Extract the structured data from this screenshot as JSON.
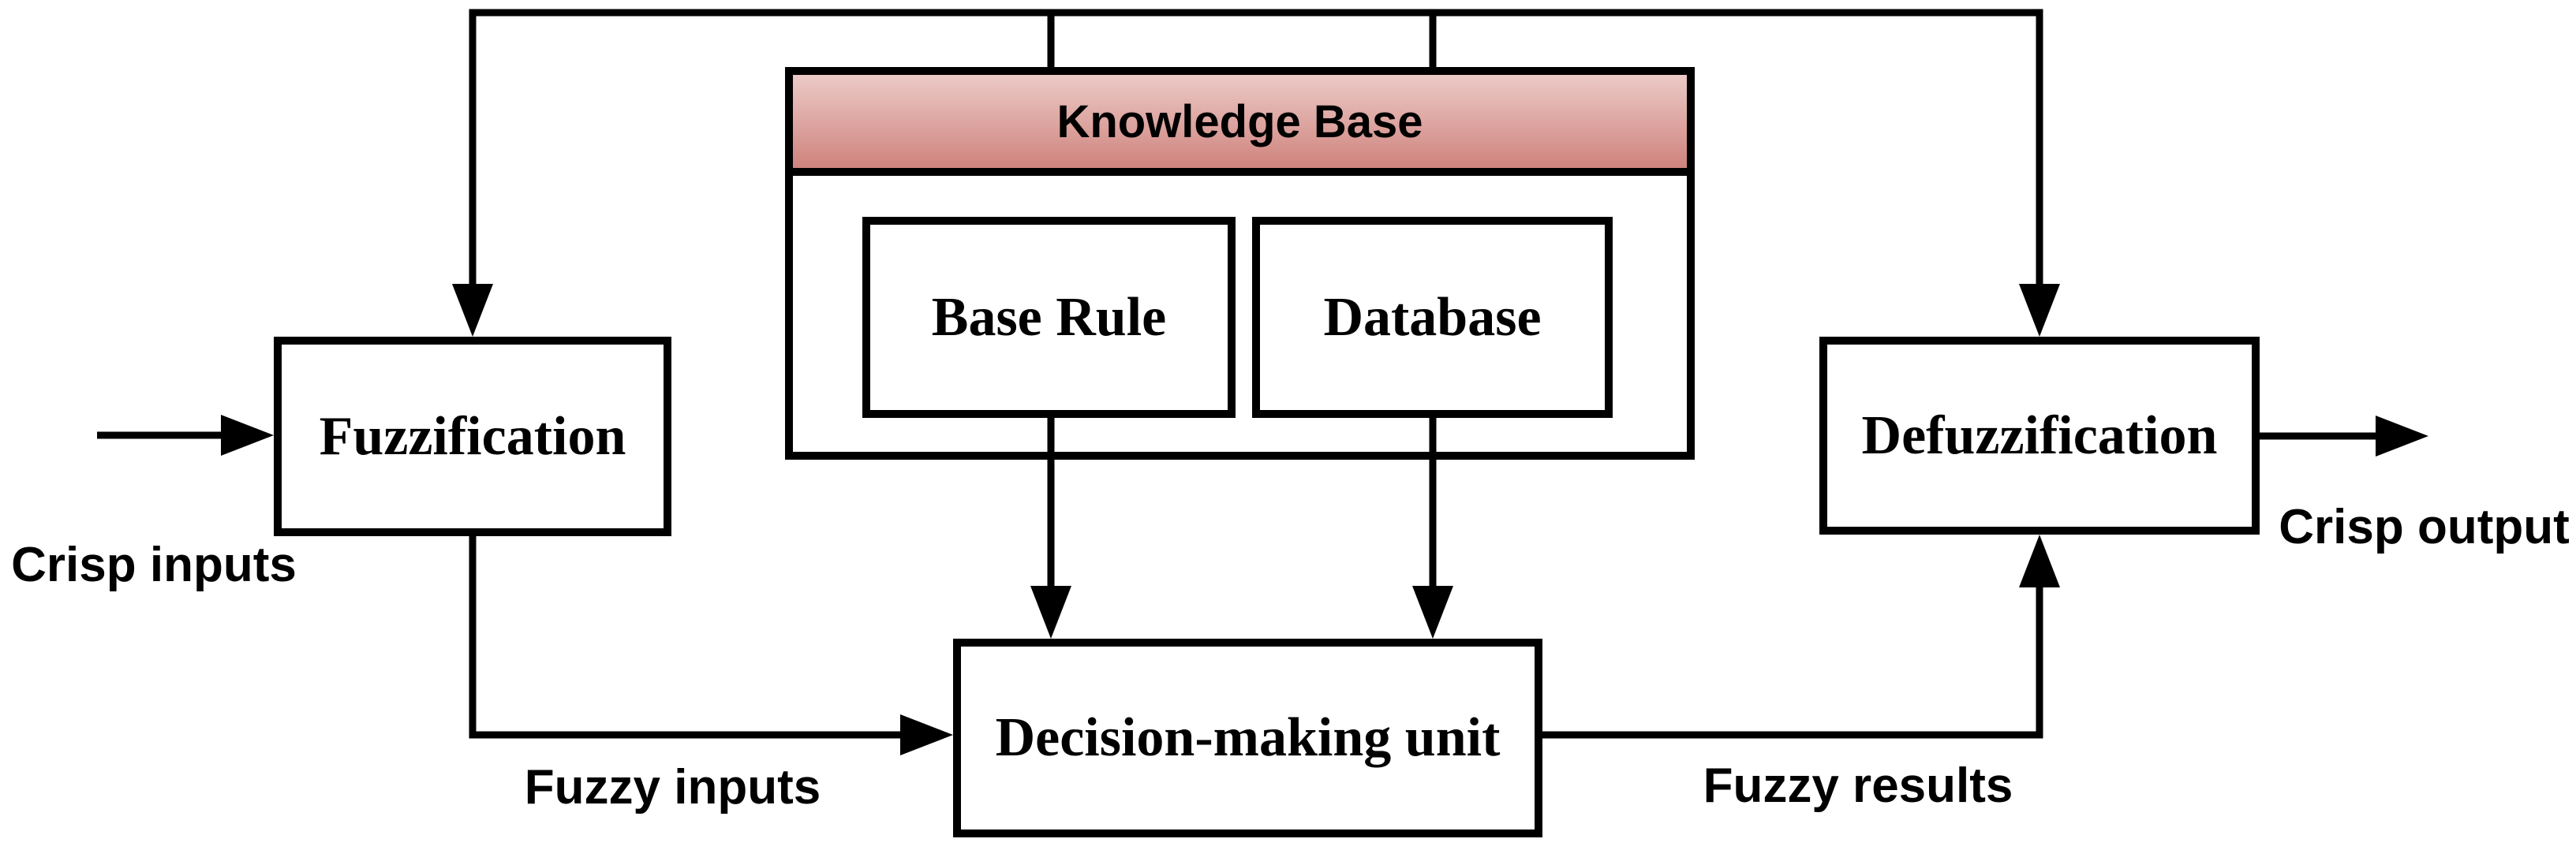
{
  "boxes": {
    "knowledge_base": {
      "label": "Knowledge Base"
    },
    "base_rule": {
      "label": "Base Rule"
    },
    "database": {
      "label": "Database"
    },
    "fuzzification": {
      "label": "Fuzzification"
    },
    "defuzzification": {
      "label": "Defuzzification"
    },
    "decision_making_unit": {
      "label": "Decision-making unit"
    }
  },
  "flow_labels": {
    "crisp_inputs": "Crisp inputs",
    "fuzzy_inputs": "Fuzzy inputs",
    "fuzzy_results": "Fuzzy results",
    "crisp_output": "Crisp output"
  },
  "colors": {
    "background": "#ffffff",
    "line": "#000000",
    "box_border": "#000000",
    "box_fill": "#ffffff",
    "text": "#000000",
    "knowledge_base_gradient_top": "#eccac7",
    "knowledge_base_gradient_bottom": "#cf837d"
  }
}
